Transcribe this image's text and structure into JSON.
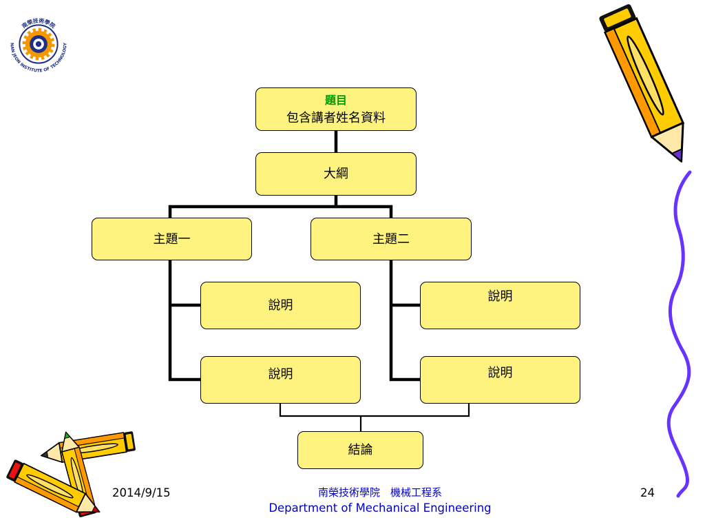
{
  "colors": {
    "slide_background": "#FFFFFF",
    "box_fill": "#FFF380",
    "box_border": "#000000",
    "connector": "#000000",
    "title_heading": "#009900",
    "footer_text": "#0000CC",
    "wave_line": "#6633FF",
    "logo_blue": "#1D2F87",
    "logo_orange": "#F39800"
  },
  "logo": {
    "icon": "school-seal-gear-icon",
    "name_zh": "南榮技術學院",
    "name_en": "NAN JEON INSTITUTE OF TECHNOLOGY"
  },
  "diagram": {
    "title_box": {
      "heading": "題目",
      "subtitle": "包含講者姓名資料"
    },
    "outline_box": "大綱",
    "topics": [
      {
        "label": "主題一",
        "details": [
          "說明",
          "說明"
        ]
      },
      {
        "label": "主題二",
        "details": [
          "說明",
          "說明"
        ]
      }
    ],
    "conclusion_box": "結論"
  },
  "footer": {
    "date": "2014/9/15",
    "department_zh": "南榮技術學院　機械工程系",
    "department_en": "Department of Mechanical Engineering",
    "page_number": "24"
  },
  "decorations": {
    "top_right": "pencil-icon",
    "bottom_left": "crossed-pencils-icon",
    "right_edge": "wavy-line-icon"
  }
}
